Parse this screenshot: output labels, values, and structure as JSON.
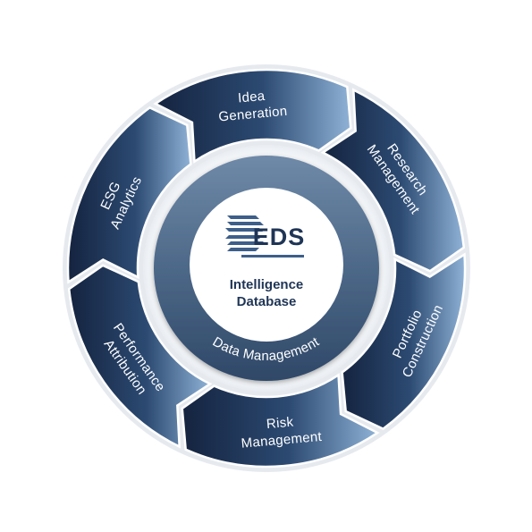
{
  "segments": [
    {
      "id": "idea-generation",
      "lines": [
        "Idea",
        "Generation"
      ]
    },
    {
      "id": "research-management",
      "lines": [
        "Research",
        "Management"
      ]
    },
    {
      "id": "portfolio-construction",
      "lines": [
        "Portfolio",
        "Construction"
      ]
    },
    {
      "id": "risk-management",
      "lines": [
        "Risk",
        "Management"
      ]
    },
    {
      "id": "performance-attribution",
      "lines": [
        "Performance",
        "Attribution"
      ]
    },
    {
      "id": "esg-analytics",
      "lines": [
        "ESG",
        "Analytics"
      ]
    }
  ],
  "center": {
    "logo": "EDS",
    "title_line1": "Intelligence",
    "title_line2": "Database"
  },
  "ring_label": "Data Management",
  "colors": {
    "segment_dark": "#18294a",
    "segment_light": "#8fb2d6",
    "inner_ring": "#4a6584",
    "center_text": "#1f3556"
  }
}
